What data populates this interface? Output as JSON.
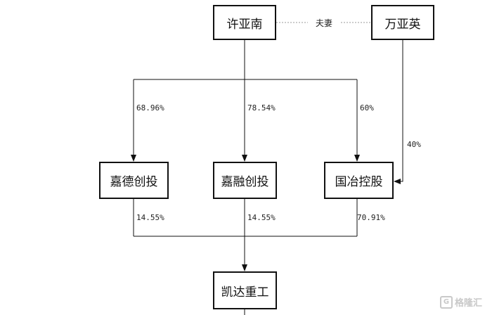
{
  "nodes": {
    "xu_yanan": "许亚南",
    "wan_yaying": "万亚英",
    "jiade": "嘉德创投",
    "jiarong": "嘉融创投",
    "guoye": "国冶控股",
    "kaida": "凯达重工"
  },
  "relation_label": "夫妻",
  "edges": {
    "xu_to_jiade": "68.96%",
    "xu_to_jiarong": "78.54%",
    "xu_to_guoye": "60%",
    "wan_to_guoye": "40%",
    "jiade_to_kaida": "14.55%",
    "jiarong_to_kaida": "14.55%",
    "guoye_to_kaida": "70.91%"
  },
  "watermark": {
    "logo_glyph": "G",
    "text": "格隆汇"
  },
  "colors": {
    "line": "#111111",
    "relation_line": "#999999",
    "watermark": "#c9c9c9"
  }
}
